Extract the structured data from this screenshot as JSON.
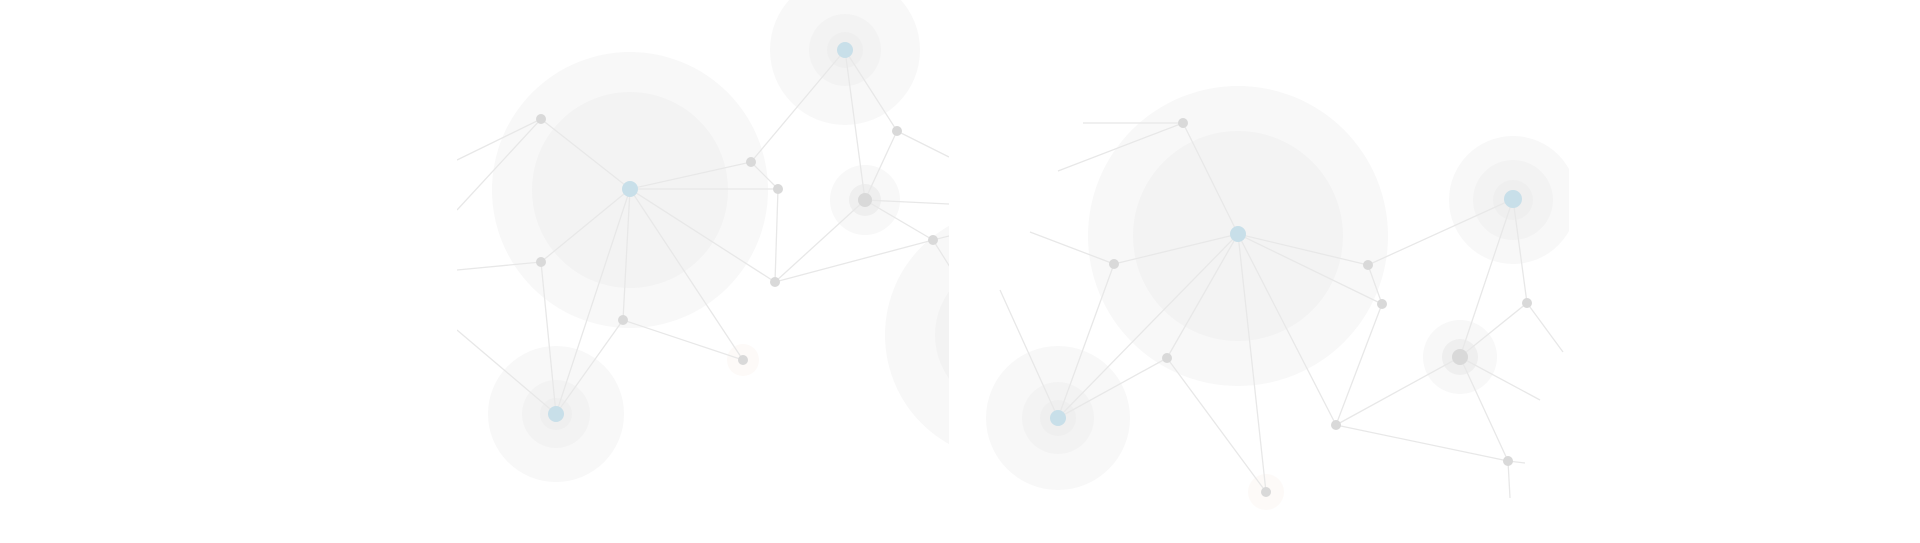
{
  "colors": {
    "background": "#ffffff",
    "edge": "#e8e8e8",
    "node_gray": "#d9d9d9",
    "node_blue": "#c8dfe9",
    "halo_light": "#f8f8f8",
    "halo_mid": "#f3f3f3"
  },
  "panels": [
    {
      "name": "left-network-graph",
      "node_count": 13
    },
    {
      "name": "right-network-graph",
      "node_count": 13
    }
  ]
}
